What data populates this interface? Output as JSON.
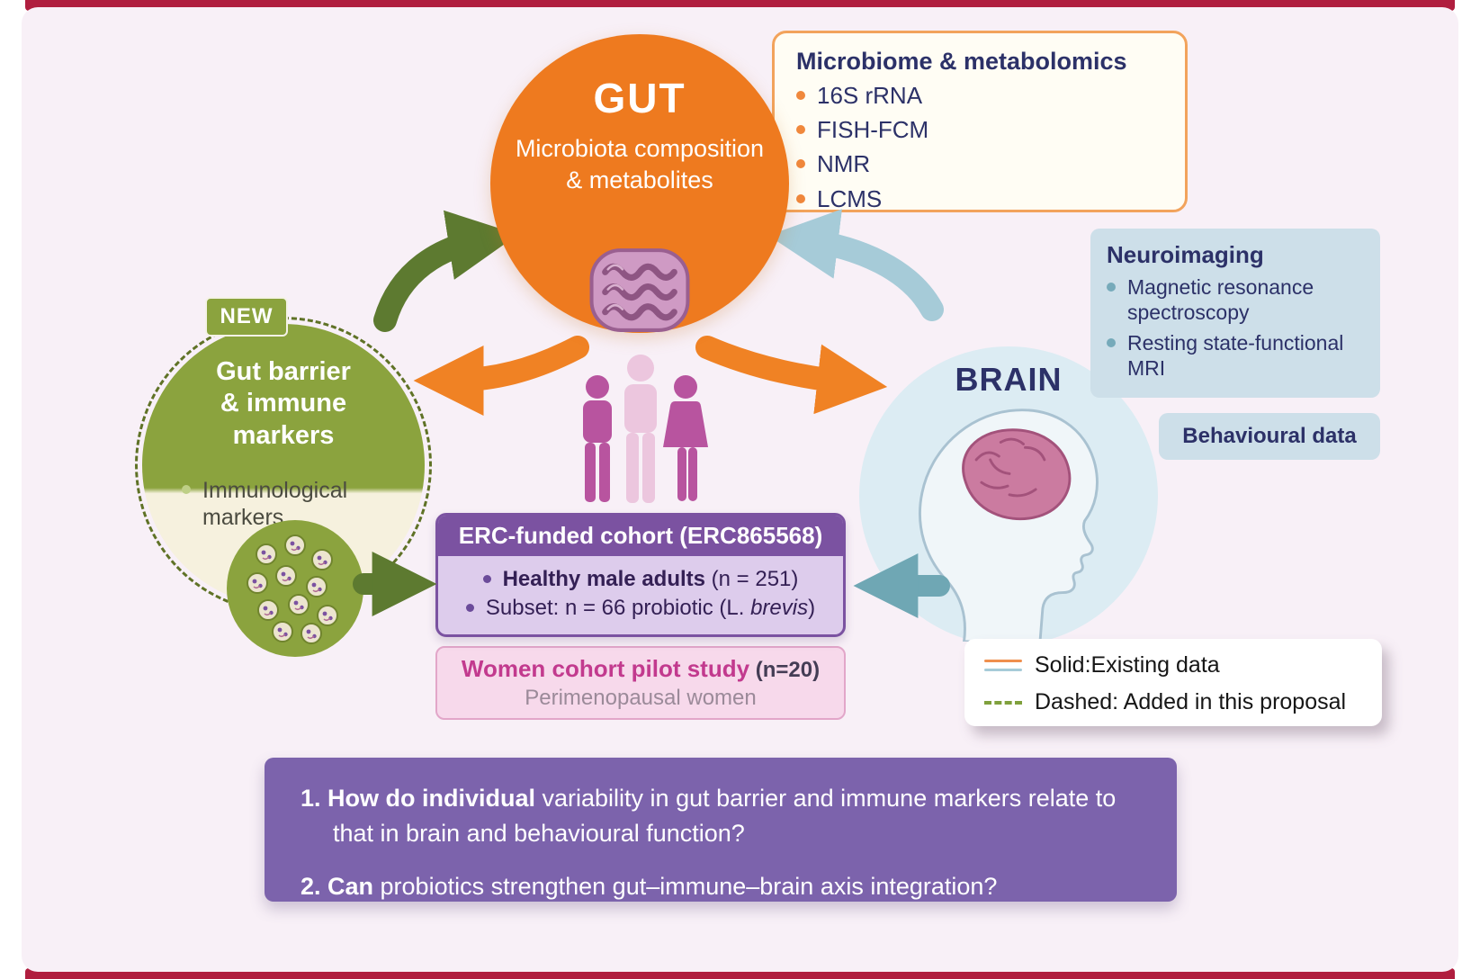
{
  "page": {
    "background": "#f8f0f7",
    "edge_bar_color": "#b01e3f"
  },
  "colors": {
    "gut_orange": "#ee7a1f",
    "immune_green": "#8ba33e",
    "brain_blue": "#dcecf3",
    "cohort_purple": "#7b52a1",
    "women_pink": "#c23a8e",
    "navy_text": "#2c3168"
  },
  "gut_circle": {
    "title": "GUT",
    "subtitle_lines": [
      "Microbiota composition",
      "& metabolites"
    ]
  },
  "microbiome_box": {
    "title": "Microbiome & metabolomics",
    "items": [
      "16S rRNA",
      "FISH-FCM",
      "NMR",
      "LCMS"
    ]
  },
  "neuroimaging_box": {
    "title": "Neuroimaging",
    "items": [
      "Magnetic resonance spectroscopy",
      "Resting state-functional MRI"
    ]
  },
  "behavioural_box": {
    "label": "Behavioural data"
  },
  "brain_circle": {
    "title": "BRAIN"
  },
  "gut_barrier_circle": {
    "badge": "NEW",
    "title_lines": [
      "Gut barrier",
      "& immune",
      "markers"
    ],
    "item": "Immunological markers"
  },
  "erc_box": {
    "header": "ERC-funded cohort (ERC865568)",
    "line1": {
      "bold": "Healthy male adults",
      "rest": " (n = 251)"
    },
    "line2": {
      "pre": "Subset: n = 66 probiotic (L. ",
      "italic": "brevis",
      "post": ")"
    }
  },
  "women_box": {
    "title_bold": "Women cohort pilot study",
    "title_rest": " (n=20)",
    "subtitle": "Perimenopausal women"
  },
  "legend": {
    "solid_label": "Solid:Existing data",
    "dashed_label": "Dashed: Added in this proposal"
  },
  "questions_box": {
    "q1_bold": "1. How do individual",
    "q1_rest": " variability in gut barrier and immune markers relate to that in brain and behavioural function?",
    "q2_bold": "2. Can",
    "q2_rest": " probiotics strengthen gut–immune–brain axis integration?"
  }
}
